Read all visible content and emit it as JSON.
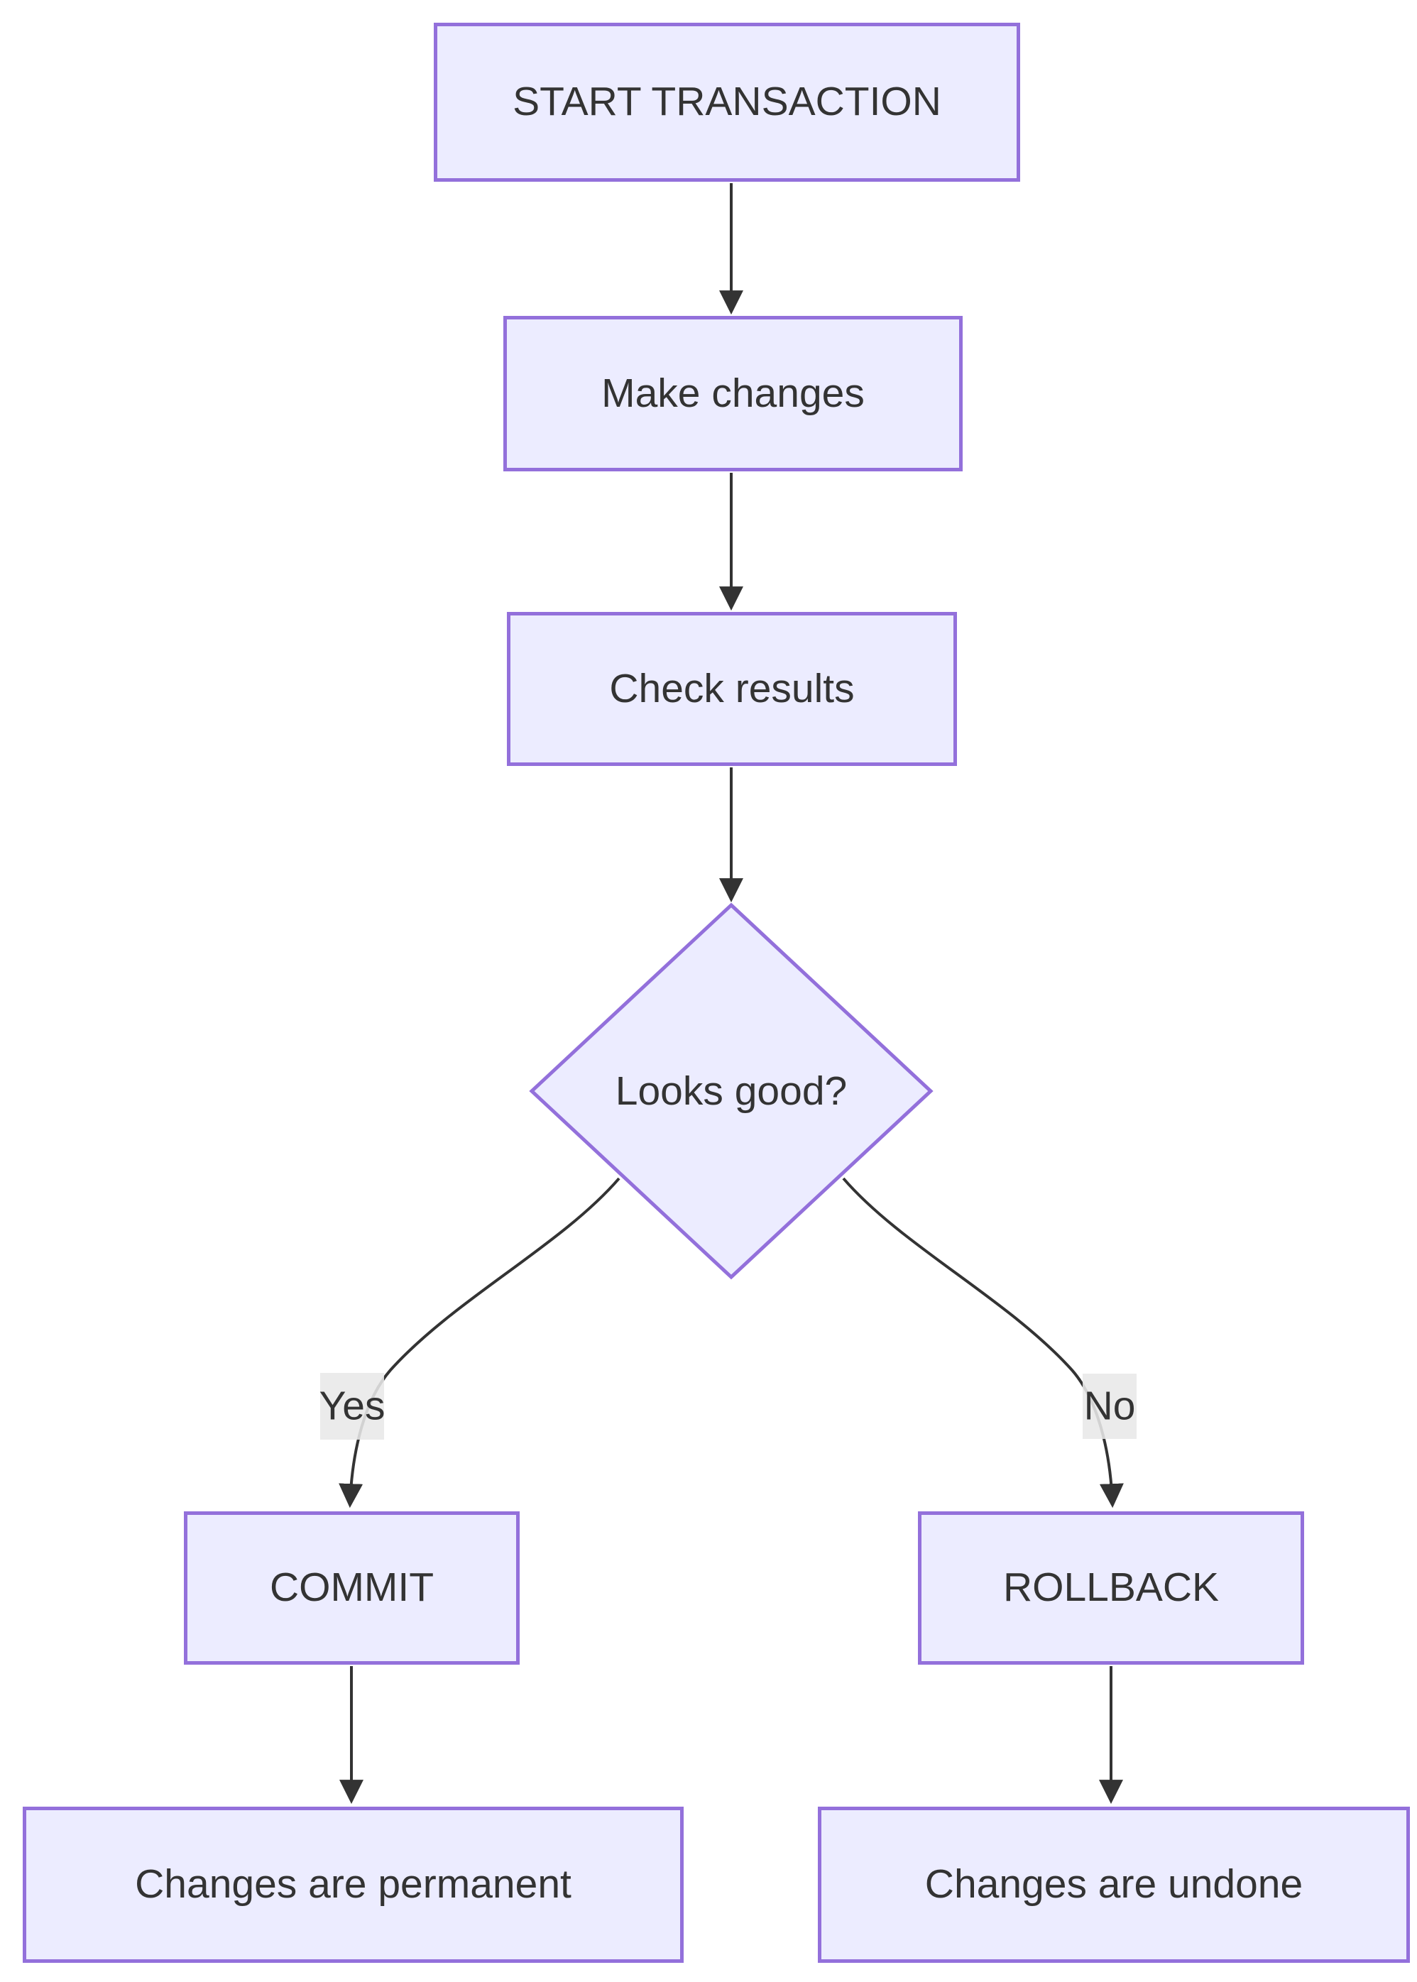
{
  "diagram": {
    "type": "flowchart",
    "direction": "top-down",
    "colors": {
      "node_fill": "#ECECFF",
      "node_border": "#9370DB",
      "text": "#333333",
      "edge": "#333333",
      "edge_label_bg": "#E8E8E8",
      "background": "#FFFFFF"
    },
    "nodes": [
      {
        "id": "start",
        "label": "START TRANSACTION",
        "shape": "rectangle"
      },
      {
        "id": "make_changes",
        "label": "Make changes",
        "shape": "rectangle"
      },
      {
        "id": "check_results",
        "label": "Check results",
        "shape": "rectangle"
      },
      {
        "id": "looks_good",
        "label": "Looks good?",
        "shape": "diamond"
      },
      {
        "id": "commit",
        "label": "COMMIT",
        "shape": "rectangle"
      },
      {
        "id": "rollback",
        "label": "ROLLBACK",
        "shape": "rectangle"
      },
      {
        "id": "permanent",
        "label": "Changes are permanent",
        "shape": "rectangle"
      },
      {
        "id": "undone",
        "label": "Changes are undone",
        "shape": "rectangle"
      }
    ],
    "edges": [
      {
        "from": "start",
        "to": "make_changes",
        "label": ""
      },
      {
        "from": "make_changes",
        "to": "check_results",
        "label": ""
      },
      {
        "from": "check_results",
        "to": "looks_good",
        "label": ""
      },
      {
        "from": "looks_good",
        "to": "commit",
        "label": "Yes"
      },
      {
        "from": "looks_good",
        "to": "rollback",
        "label": "No"
      },
      {
        "from": "commit",
        "to": "permanent",
        "label": ""
      },
      {
        "from": "rollback",
        "to": "undone",
        "label": ""
      }
    ]
  }
}
